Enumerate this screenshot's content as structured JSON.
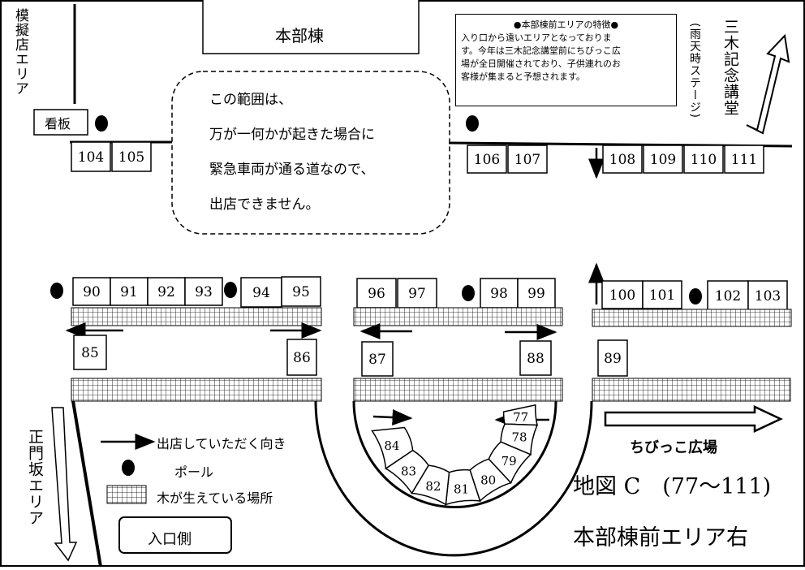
{
  "map": {
    "honbu_label": "本部棟",
    "mogiten_area": "模擬店エリア",
    "signboard": "看板",
    "notice_lines": [
      "この範囲は、",
      "万が一何かが起きた場合に",
      "緊急車両が通る道なので、",
      "出店できません。"
    ],
    "feature_box": {
      "heading": "●本部棟前エリアの特徴●",
      "body": [
        "入り口から遠いエリアとなっておりま",
        "す。今年は三木記念講堂前にちびっこ広",
        "場が全日開催されており、子供連れのお",
        "客様が集まると予想されます。"
      ]
    },
    "rain_stage": "(雨天時ステージ)",
    "miki_hall": "三木記念講堂",
    "seimon_area": "正門坂エリア",
    "kids_plaza": "ちびっこ広場",
    "map_title": "地図 C　(77～111)",
    "map_subtitle": "本部棟前エリア右",
    "entrance": "入口側",
    "legend": {
      "direction": "出店していただく向き",
      "pole": "ポール",
      "trees": "木が生えている場所"
    },
    "booths": {
      "top_left": [
        "104",
        "105"
      ],
      "top_mid": [
        "106",
        "107"
      ],
      "top_right": [
        "108",
        "109",
        "110",
        "111"
      ],
      "row_a": [
        "90",
        "91",
        "92",
        "93",
        "94",
        "95"
      ],
      "row_b": [
        "96",
        "97",
        "98",
        "99"
      ],
      "row_c": [
        "100",
        "101",
        "102",
        "103"
      ],
      "single": [
        "85",
        "86",
        "87",
        "88",
        "89"
      ],
      "arc": [
        "77",
        "78",
        "79",
        "80",
        "81",
        "82",
        "83",
        "84"
      ]
    }
  }
}
